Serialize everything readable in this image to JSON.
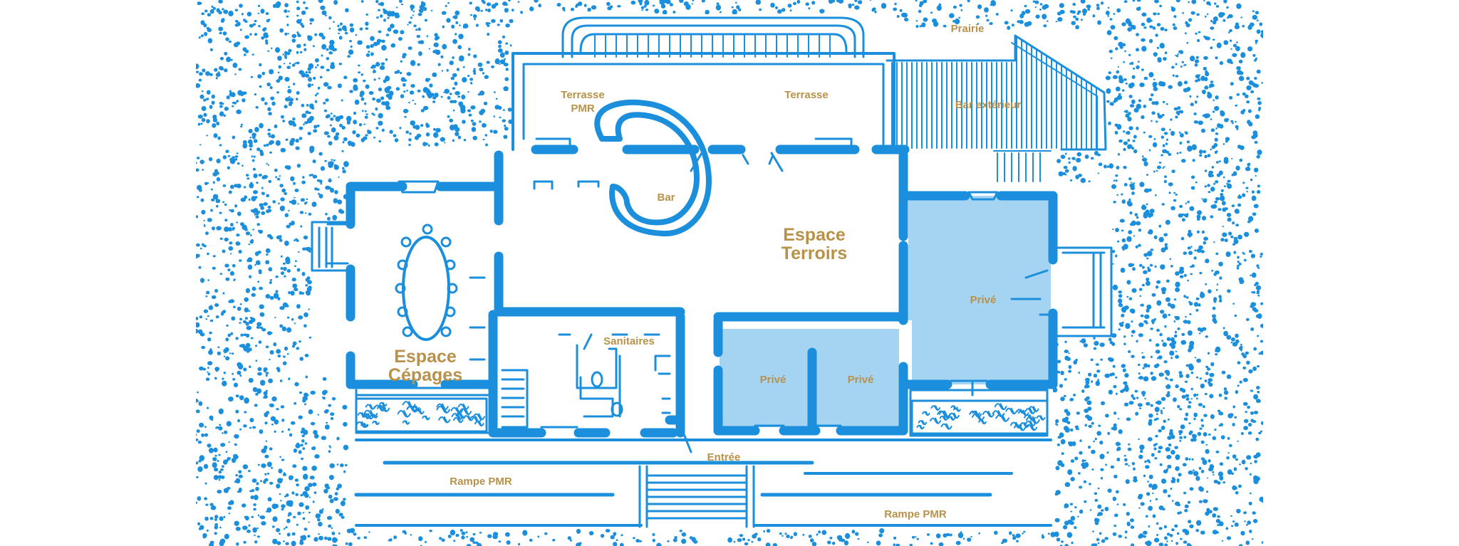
{
  "colors": {
    "blue": "#1b8fdc",
    "private_fill": "#a5d4f3",
    "label_gold": "#b8924a",
    "background": "#ffffff"
  },
  "labels": {
    "prairie": "Prairie",
    "terrasse_pmr": [
      "Terrasse",
      "PMR"
    ],
    "terrasse": "Terrasse",
    "bar_exterieur": "Bar extérieur",
    "bar": "Bar",
    "espace_terroirs": [
      "Espace",
      "Terroirs"
    ],
    "espace_cepages": [
      "Espace",
      "Cépages"
    ],
    "sanitaires": "Sanitaires",
    "prive_large": "Privé",
    "prive_left": "Privé",
    "prive_mid": "Privé",
    "entree": "Entrée",
    "rampe_pmr_left": "Rampe PMR",
    "rampe_pmr_right": "Rampe PMR"
  }
}
